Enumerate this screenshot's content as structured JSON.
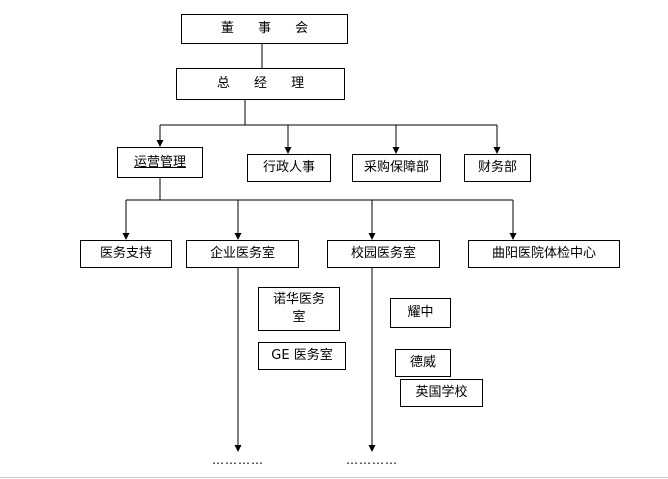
{
  "nodes": {
    "board": {
      "label": "董 事 会"
    },
    "gm": {
      "label": "总 经 理"
    },
    "ops": {
      "label": "运营管理"
    },
    "admin": {
      "label": "行政人事"
    },
    "procurement": {
      "label": "采购保障部"
    },
    "finance": {
      "label": "财务部"
    },
    "medical_support": {
      "label": "医务支持"
    },
    "enterprise_clinic": {
      "label": "企业医务室"
    },
    "campus_clinic": {
      "label": "校园医务室"
    },
    "quyang_center": {
      "label": "曲阳医院体检中心"
    },
    "novartis_clinic": {
      "label": "诺华医务\n室"
    },
    "ge_clinic": {
      "label": "GE 医务室"
    },
    "yewchung": {
      "label": "耀中"
    },
    "dulwich": {
      "label": "德威"
    },
    "british_school": {
      "label": "英国学校"
    },
    "ellipsis_left": {
      "label": "…………"
    },
    "ellipsis_right": {
      "label": "…………"
    }
  },
  "colors": {
    "line": "#000000",
    "box_border": "#000000",
    "background": "#ffffff",
    "page_border": "#c9c9c9"
  }
}
